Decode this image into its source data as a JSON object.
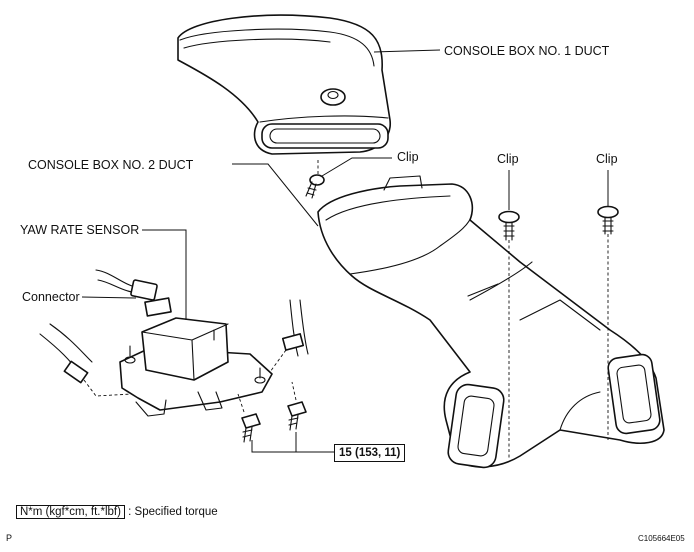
{
  "labels": {
    "duct1": "CONSOLE BOX NO. 1 DUCT",
    "duct2": "CONSOLE BOX NO. 2 DUCT",
    "clip_left": "Clip",
    "clip_mid": "Clip",
    "clip_right": "Clip",
    "yaw_sensor": "YAW RATE SENSOR",
    "connector": "Connector",
    "torque_value": "15 (153, 11)"
  },
  "legend": {
    "unit_box": "N*m (kgf*cm, ft.*lbf)",
    "description": ": Specified torque"
  },
  "footer": {
    "page_letter": "P",
    "figure_code": "C105664E05"
  }
}
